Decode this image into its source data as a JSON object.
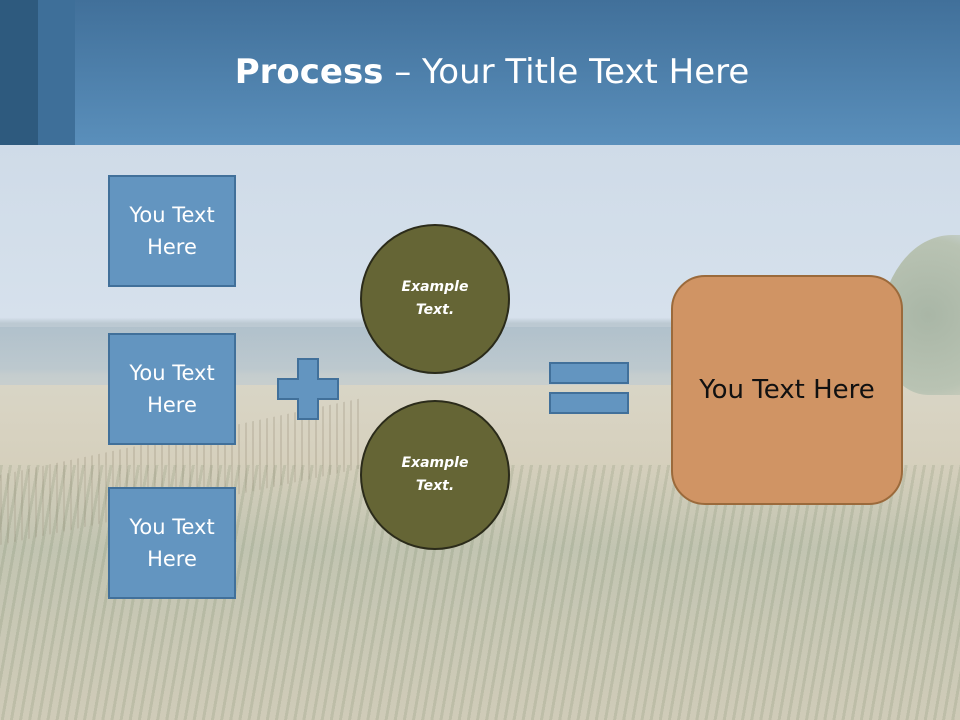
{
  "title": {
    "bold": "Process",
    "rest": " – Your Title Text Here"
  },
  "boxes": [
    {
      "label": "You Text Here"
    },
    {
      "label": "You Text Here"
    },
    {
      "label": "You Text Here"
    }
  ],
  "circles": [
    {
      "label": "Example Text."
    },
    {
      "label": "Example Text."
    }
  ],
  "result": {
    "label": "You Text Here"
  },
  "colors": {
    "header": "#5a8fbb",
    "box": "#6395c0",
    "circle": "#656535",
    "result": "#d09464"
  }
}
